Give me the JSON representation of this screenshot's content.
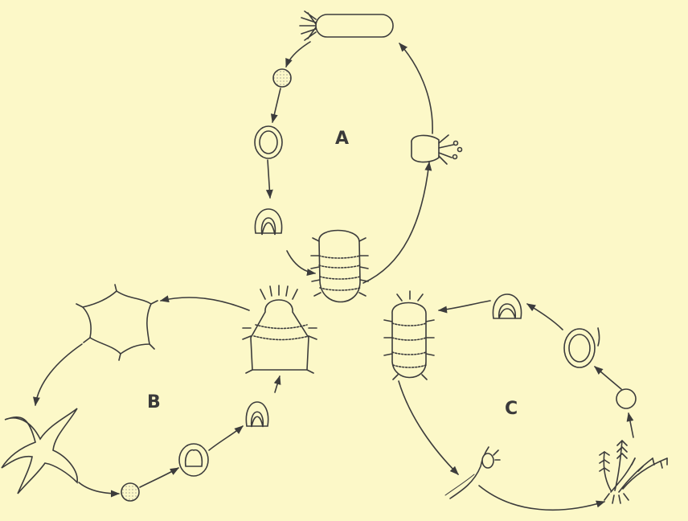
{
  "figure": {
    "background_color": "#fcf8c8",
    "ink_color": "#3c3c3c",
    "cycles": [
      {
        "label": "A"
      },
      {
        "label": "B"
      },
      {
        "label": "C"
      }
    ]
  }
}
